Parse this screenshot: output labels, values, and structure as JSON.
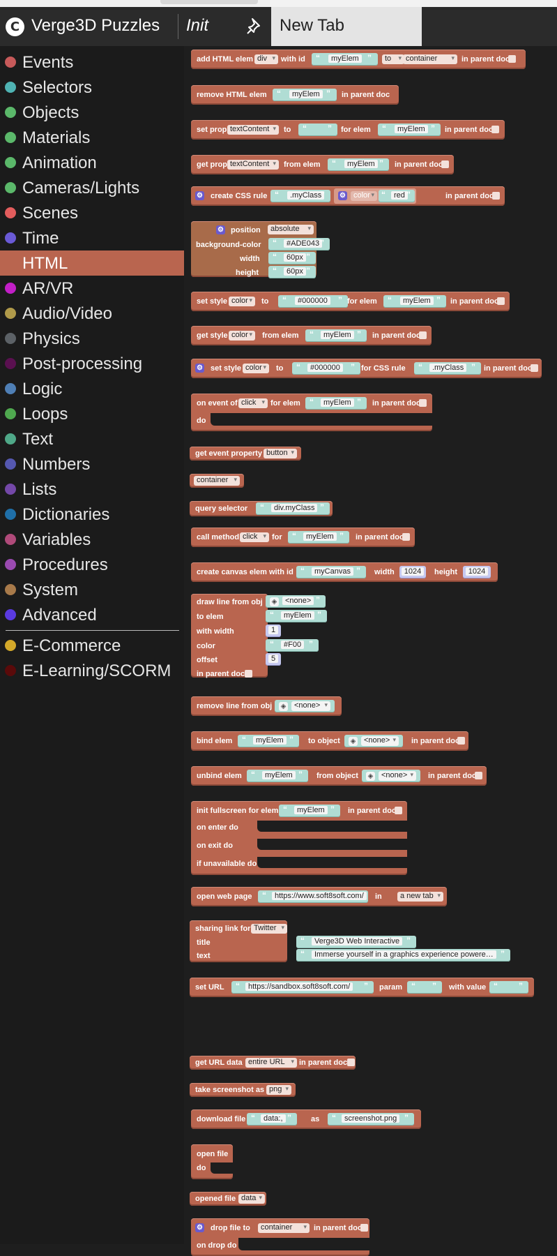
{
  "header": {
    "app_title": "Verge3D Puzzles",
    "init_tab": "Init",
    "new_tab": "New Tab",
    "logo_glyph": "C"
  },
  "sidebar": {
    "categories": [
      {
        "label": "Events",
        "color": "#c75a5a"
      },
      {
        "label": "Selectors",
        "color": "#4fb3b3"
      },
      {
        "label": "Objects",
        "color": "#5bb86a"
      },
      {
        "label": "Materials",
        "color": "#5bb86a"
      },
      {
        "label": "Animation",
        "color": "#5bb86a"
      },
      {
        "label": "Cameras/Lights",
        "color": "#5bb86a"
      },
      {
        "label": "Scenes",
        "color": "#e35d5d"
      },
      {
        "label": "Time",
        "color": "#6a5ad6"
      },
      {
        "label": "HTML",
        "color": "#b9654f"
      },
      {
        "label": "AR/VR",
        "color": "#c21fc7"
      },
      {
        "label": "Audio/Video",
        "color": "#b09a4a"
      },
      {
        "label": "Physics",
        "color": "#5c6166"
      },
      {
        "label": "Post-processing",
        "color": "#5a1050"
      },
      {
        "label": "Logic",
        "color": "#4f7fb5"
      },
      {
        "label": "Loops",
        "color": "#4fa84f"
      },
      {
        "label": "Text",
        "color": "#4fa888"
      },
      {
        "label": "Numbers",
        "color": "#5558b0"
      },
      {
        "label": "Lists",
        "color": "#7448a8"
      },
      {
        "label": "Dictionaries",
        "color": "#1f6fa8"
      },
      {
        "label": "Variables",
        "color": "#b04a7a"
      },
      {
        "label": "Procedures",
        "color": "#9a4ab0"
      },
      {
        "label": "System",
        "color": "#a87a4a"
      },
      {
        "label": "Advanced",
        "color": "#5a3ae0"
      },
      {
        "label": "E-Commerce",
        "color": "#d4a92a"
      },
      {
        "label": "E-Learning/SCORM",
        "color": "#5a0a0a"
      }
    ],
    "active": "HTML"
  },
  "blocks": {
    "b1": {
      "a": "add HTML elem",
      "dd": "div",
      "b": "with id",
      "s1": "myElem",
      "c": "to",
      "dd2": "▾",
      "dd3": "container",
      "d": "in parent doc"
    },
    "b2": {
      "a": "remove HTML elem",
      "s1": "myElem",
      "d": "in parent doc"
    },
    "b3": {
      "a": "set prop",
      "dd": "textContent",
      "b": "to",
      "s1": "",
      "c": "for elem",
      "s2": "myElem",
      "d": "in parent doc"
    },
    "b4": {
      "a": "get prop",
      "dd": "textContent",
      "b": "from elem",
      "s1": "myElem",
      "d": "in parent doc"
    },
    "b5": {
      "a": "create CSS rule",
      "s1": ".myClass",
      "dd": "color",
      "s2": "red",
      "d": "in parent doc"
    },
    "b6": {
      "a": "position",
      "dd": "absolute",
      "l2": "background-color",
      "s2": "#ADE043",
      "l3": "width",
      "s3": "60px",
      "l4": "height",
      "s4": "60px"
    },
    "b7": {
      "a": "set style",
      "dd": "color",
      "b": "to",
      "s1": "#000000",
      "c": "for elem",
      "s2": "myElem",
      "d": "in parent doc"
    },
    "b8": {
      "a": "get style",
      "dd": "color",
      "b": "from elem",
      "s1": "myElem",
      "d": "in parent doc"
    },
    "b9": {
      "a": "set style",
      "dd": "color",
      "b": "to",
      "s1": "#000000",
      "c": "for CSS rule",
      "s2": ".myClass",
      "d": "in parent doc"
    },
    "b10": {
      "a": "on event of",
      "dd": "click",
      "b": "for elem",
      "s1": "myElem",
      "d": "in parent doc",
      "do": "do"
    },
    "b11": {
      "a": "get event property",
      "dd": "button"
    },
    "b12": {
      "dd": "container"
    },
    "b13": {
      "a": "query selector",
      "s1": "div.myClass"
    },
    "b14": {
      "a": "call method",
      "dd": "click",
      "b": "for",
      "s1": "myElem",
      "d": "in parent doc"
    },
    "b15": {
      "a": "create canvas elem with id",
      "s1": "myCanvas",
      "b": "width",
      "n1": "1024",
      "c": "height",
      "n2": "1024"
    },
    "b16": {
      "a": "draw line from obj",
      "dd": "<none>",
      "l2": "to elem",
      "s2": "myElem",
      "l3": "with width",
      "n3": "1",
      "l4": "color",
      "s4": "#F00",
      "l5": "offset",
      "n5": "5",
      "l6": "in parent doc"
    },
    "b17": {
      "a": "remove line from obj",
      "dd": "<none>"
    },
    "b18": {
      "a": "bind elem",
      "s1": "myElem",
      "b": "to object",
      "dd": "<none>",
      "d": "in parent doc"
    },
    "b19": {
      "a": "unbind elem",
      "s1": "myElem",
      "b": "from object",
      "dd": "<none>",
      "d": "in parent doc"
    },
    "b20": {
      "a": "init fullscreen for elem",
      "s1": "myElem",
      "d": "in parent doc",
      "l2": "on enter do",
      "l3": "on exit do",
      "l4": "if unavailable do"
    },
    "b21": {
      "a": "open web page",
      "s1": "https://www.soft8soft.com/",
      "b": "in",
      "dd": "a new tab"
    },
    "b22": {
      "a": "sharing link for",
      "dd": "Twitter",
      "l2": "title",
      "s2": "Verge3D Web Interactive",
      "l3": "text",
      "s3": "Immerse yourself in a graphics experience powere…"
    },
    "b23": {
      "a": "set URL",
      "s1": "https://sandbox.soft8soft.com/",
      "b": "param",
      "s2": "",
      "c": "with value",
      "s3": ""
    },
    "b24": {
      "a": "get URL data",
      "dd": "entire URL",
      "d": "in parent doc"
    },
    "b25": {
      "a": "take screenshot as",
      "dd": "png"
    },
    "b26": {
      "a": "download file",
      "s1": "data:,",
      "b": "as",
      "s2": "screenshot.png"
    },
    "b27": {
      "a": "open file",
      "do": "do"
    },
    "b28": {
      "a": "opened file",
      "dd": "data"
    },
    "b29": {
      "a": "drop file to",
      "dd": "container",
      "d": "in parent doc",
      "do": "on drop do"
    }
  }
}
